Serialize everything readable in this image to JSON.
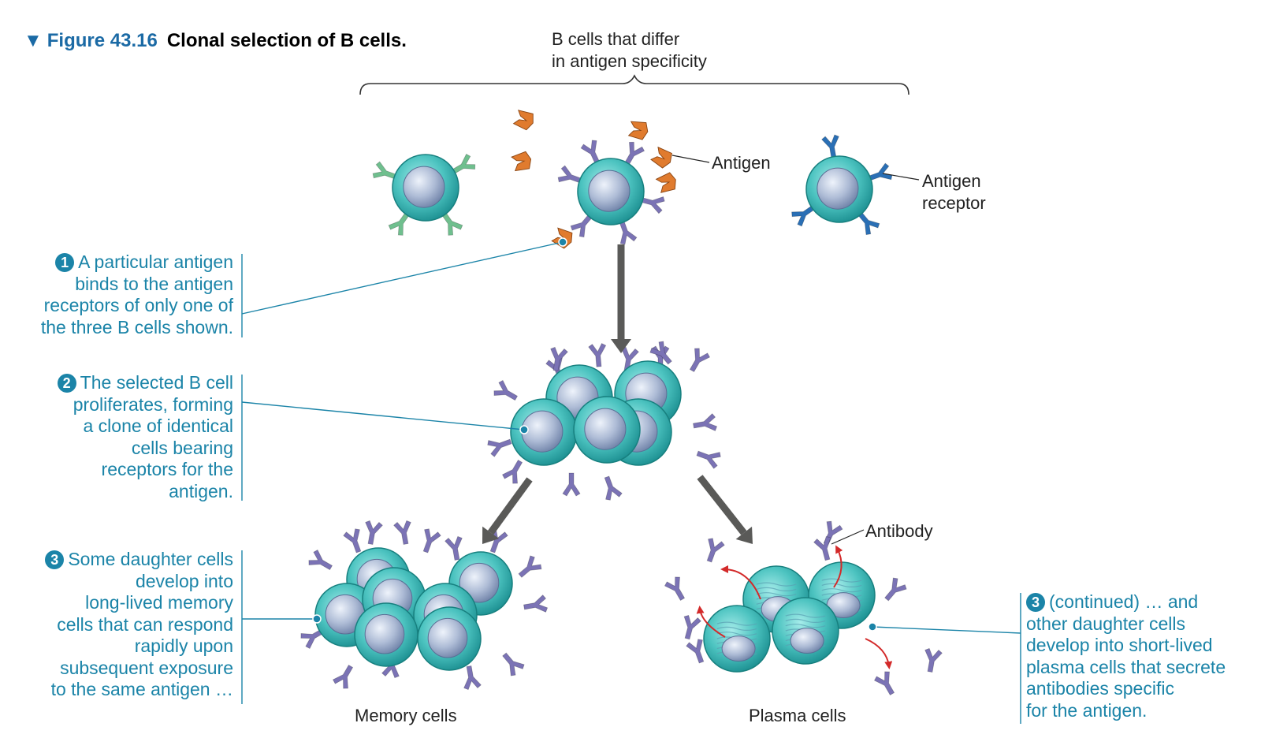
{
  "figure": {
    "marker": "▼",
    "number": "Figure 43.16",
    "title": "Clonal selection of B cells."
  },
  "top_label": {
    "line1": "B cells that differ",
    "line2": "in antigen specificity"
  },
  "labels": {
    "antigen": "Antigen",
    "receptor_line1": "Antigen",
    "receptor_line2": "receptor",
    "antibody": "Antibody",
    "memory_cells": "Memory cells",
    "plasma_cells": "Plasma cells"
  },
  "steps": [
    {
      "badge": "1",
      "lines": [
        "A particular antigen",
        "binds to the antigen",
        "receptors of only one of",
        "the three B cells shown."
      ]
    },
    {
      "badge": "2",
      "lines": [
        "The selected B cell",
        "proliferates, forming",
        "a clone of identical",
        "cells bearing",
        "receptors for the",
        "antigen."
      ]
    },
    {
      "badge": "3",
      "lines": [
        "Some daughter cells",
        "develop into",
        "long-lived memory",
        "cells that can respond",
        "rapidly upon",
        "subsequent exposure",
        "to the same antigen …"
      ]
    },
    {
      "badge": "3",
      "lines": [
        "(continued) … and",
        "other daughter cells",
        "develop into short-lived",
        "plasma cells that secrete",
        "antibodies specific",
        "for the antigen."
      ]
    }
  ],
  "colors": {
    "accent_blue": "#1b84a8",
    "green_receptor": "#6fbf8e",
    "purple_receptor": "#7b73b5",
    "blue_receptor": "#2a6fb5",
    "antigen_orange": "#e07b2e",
    "cell_teal": "#3fb7b5",
    "arrow_gray": "#5a5a58",
    "red_arrow": "#d32a2a"
  }
}
